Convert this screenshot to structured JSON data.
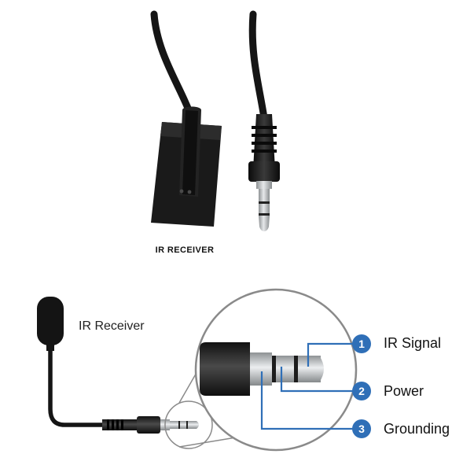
{
  "photo_caption": "IR  RECEIVER",
  "diagram": {
    "receiver_label": "IR Receiver",
    "pins": [
      {
        "number": "1",
        "label": "IR Signal"
      },
      {
        "number": "2",
        "label": "Power"
      },
      {
        "number": "3",
        "label": "Grounding"
      }
    ]
  },
  "colors": {
    "accent_blue": "#2f6fb7",
    "cable_black": "#161616",
    "plug_silver": "#b9bcbf"
  }
}
